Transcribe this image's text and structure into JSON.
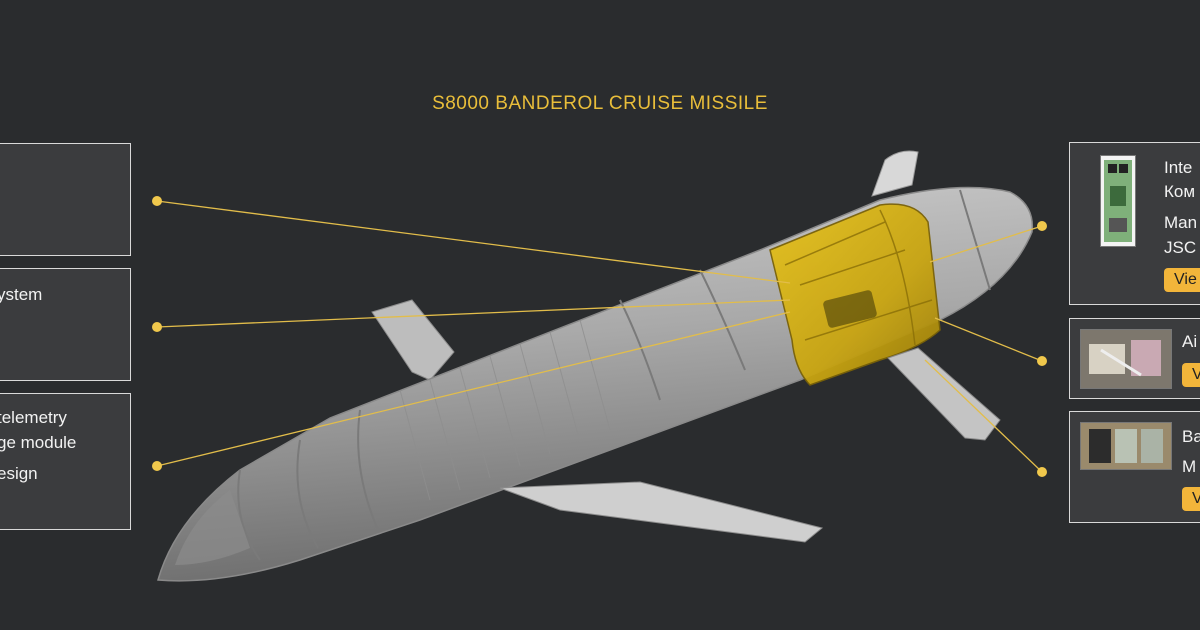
{
  "title": "S8000 BANDEROL CRUISE MISSILE",
  "colors": {
    "accent": "#e9be3a",
    "background": "#2a2c2e",
    "panel": "#3b3c3e",
    "button": "#f2b53a"
  },
  "left_panels": [
    {
      "lines": []
    },
    {
      "lines": [
        "ystem"
      ]
    },
    {
      "lines": [
        "telemetry",
        "ge module",
        "esign"
      ]
    }
  ],
  "right_panels": [
    {
      "lines": [
        "Inte",
        "Ком",
        "Man",
        "JSC"
      ],
      "button": "Vie"
    },
    {
      "lines": [
        "Ai"
      ],
      "button": "V"
    },
    {
      "lines": [
        "Ba",
        "M"
      ],
      "button": "V"
    }
  ]
}
